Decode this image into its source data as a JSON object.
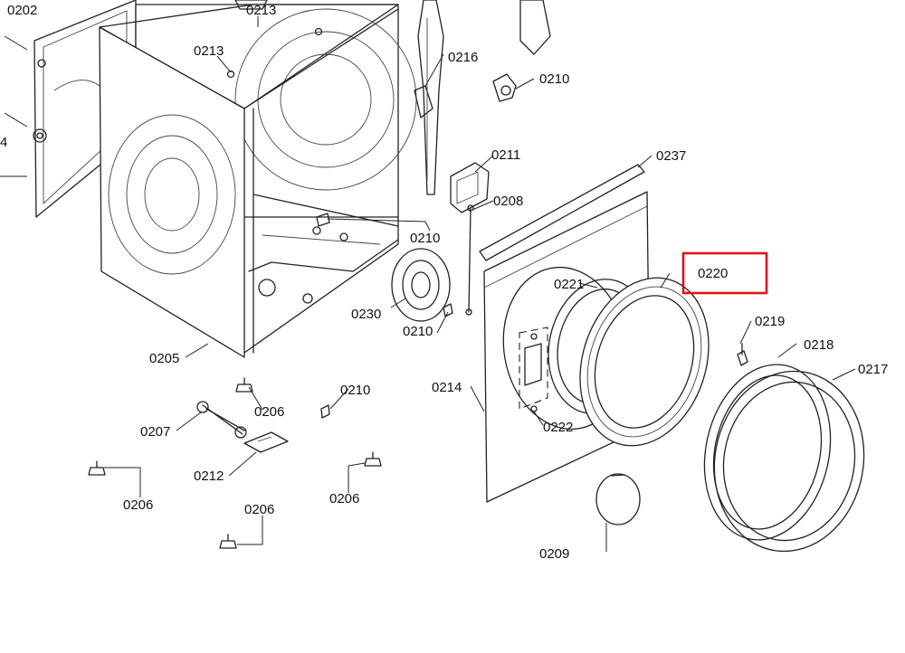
{
  "diagram": {
    "labels": {
      "p0202": "0202",
      "p0213a": "0213",
      "p0213b": "0213",
      "p0216": "0216",
      "p0210a": "0210",
      "p0211": "0211",
      "p0237": "0237",
      "p0208": "0208",
      "p0210b": "0210",
      "p0204": "4",
      "p0220": "0220",
      "p0221": "0221",
      "p0230": "0230",
      "p0210c": "0210",
      "p0219": "0219",
      "p0218": "0218",
      "p0217": "0217",
      "p0205": "0205",
      "p0214": "0214",
      "p0206a": "0206",
      "p0210d": "0210",
      "p0222": "0222",
      "p0207": "0207",
      "p0212": "0212",
      "p0206b": "0206",
      "p0206c": "0206",
      "p0206d": "0206",
      "p0209": "0209"
    },
    "highlight_color": "#e0141e",
    "line_color": "#222222"
  }
}
